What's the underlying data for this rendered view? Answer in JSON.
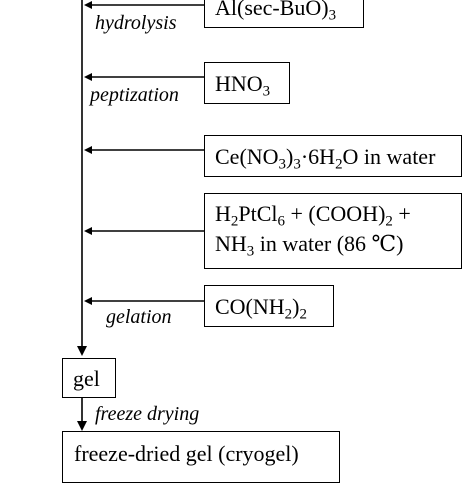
{
  "steps": [
    {
      "label": "hydrolysis",
      "reagent": "Al(sec-BuO)",
      "reagent_sub": "3"
    },
    {
      "label": "peptization",
      "reagent": "HNO",
      "reagent_sub": "3"
    },
    {
      "label": "",
      "reagent_parts": [
        "Ce(NO",
        "3",
        ")",
        "3",
        "·6H",
        "2",
        "O in water"
      ]
    },
    {
      "label": "",
      "line1_parts": [
        "H",
        "2",
        "PtCl",
        "6",
        " + (COOH)",
        "2",
        " +"
      ],
      "line2_parts": [
        "NH",
        "3",
        " in water (86 ℃)"
      ]
    },
    {
      "label": "gelation",
      "reagent_parts": [
        "CO(NH",
        "2",
        ")",
        "2"
      ]
    }
  ],
  "gel": "gel",
  "freeze_label": "freeze drying",
  "product": "freeze-dried gel (cryogel)"
}
